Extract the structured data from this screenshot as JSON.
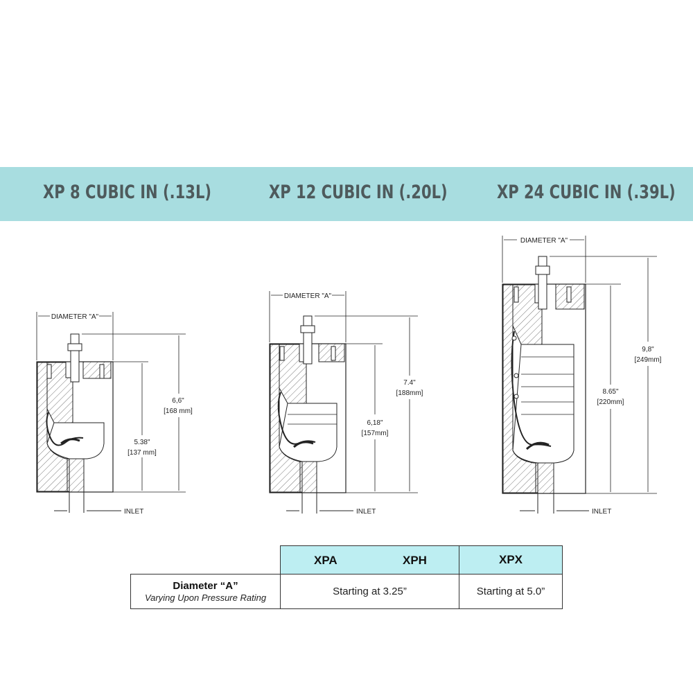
{
  "banner": {
    "color": "#a8dde0",
    "titles": [
      "XP 8 CUBIC IN (.13L)",
      "XP 12 CUBIC IN (.20L)",
      "XP 24 CUBIC IN (.39L)"
    ]
  },
  "drawings": {
    "xp8": {
      "diameter": "DIAMETER \"A\"",
      "overall": "6,6\"",
      "overall_mm": "[168 mm]",
      "body": "5.38\"",
      "body_mm": "[137 mm]",
      "inlet": "INLET"
    },
    "xp12": {
      "diameter": "DIAMETER \"A\"",
      "overall": "7.4\"",
      "overall_mm": "[188mm]",
      "body": "6,18\"",
      "body_mm": "[157mm]",
      "inlet": "INLET"
    },
    "xp24": {
      "diameter": "DIAMETER \"A\"",
      "overall": "9,8\"",
      "overall_mm": "[249mm]",
      "body": "8.65\"",
      "body_mm": "[220mm]",
      "inlet": "INLET"
    }
  },
  "table": {
    "headers": [
      "XPA",
      "XPH",
      "XPX"
    ],
    "row_label": "Diameter “A”",
    "row_sublabel": "Varying Upon Pressure Rating",
    "values": [
      "Starting at 3.25”",
      "Starting at 5.0”"
    ],
    "header_color": "#bdeef2"
  }
}
